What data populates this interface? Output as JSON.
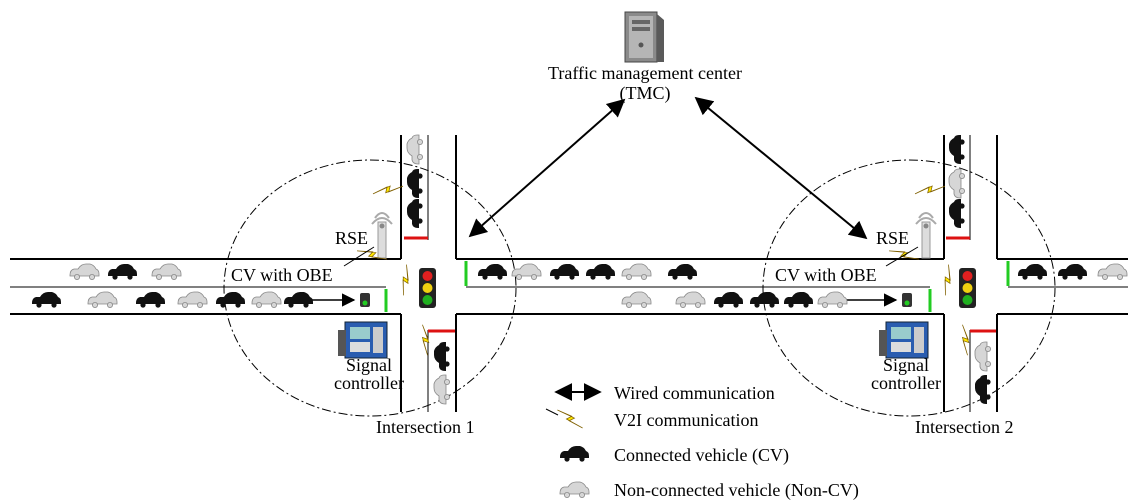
{
  "tmc": {
    "line1": "Traffic management center",
    "line2": "(TMC)",
    "icon": "server-tower-icon"
  },
  "intersections": [
    {
      "name": "Intersection 1",
      "rse": "RSE",
      "cv_obe": "CV with OBE",
      "controller1": "Signal",
      "controller2": "controller"
    },
    {
      "name": "Intersection 2",
      "rse": "RSE",
      "cv_obe": "CV with OBE",
      "controller1": "Signal",
      "controller2": "controller"
    }
  ],
  "legend": {
    "wired": "Wired communication",
    "v2i": "V2I communication",
    "cv": "Connected vehicle (CV)",
    "noncv": "Non-connected vehicle (Non-CV)"
  },
  "colors": {
    "cv": "#111111",
    "noncv": "#d6d6d6",
    "signal_red": "#e02020",
    "signal_yellow": "#f0d010",
    "signal_green": "#20b020",
    "stopline_green": "#22cc22",
    "stopline_red": "#dd1111",
    "lightning": "#ffe800"
  }
}
